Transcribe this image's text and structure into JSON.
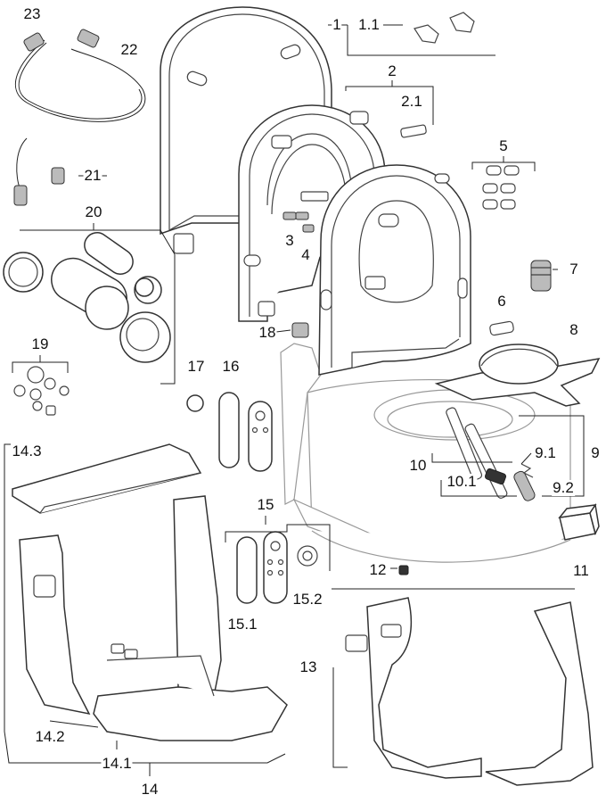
{
  "diagram": {
    "kind": "exploded-parts-drawing",
    "labels": [
      "1",
      "1.1",
      "2",
      "2.1",
      "3",
      "4",
      "5",
      "6",
      "7",
      "8",
      "9",
      "9.1",
      "9.2",
      "10",
      "10.1",
      "11",
      "12",
      "13",
      "14",
      "14.1",
      "14.2",
      "14.3",
      "15",
      "15.1",
      "15.2",
      "16",
      "17",
      "18",
      "19",
      "20",
      "21",
      "22",
      "23"
    ]
  }
}
